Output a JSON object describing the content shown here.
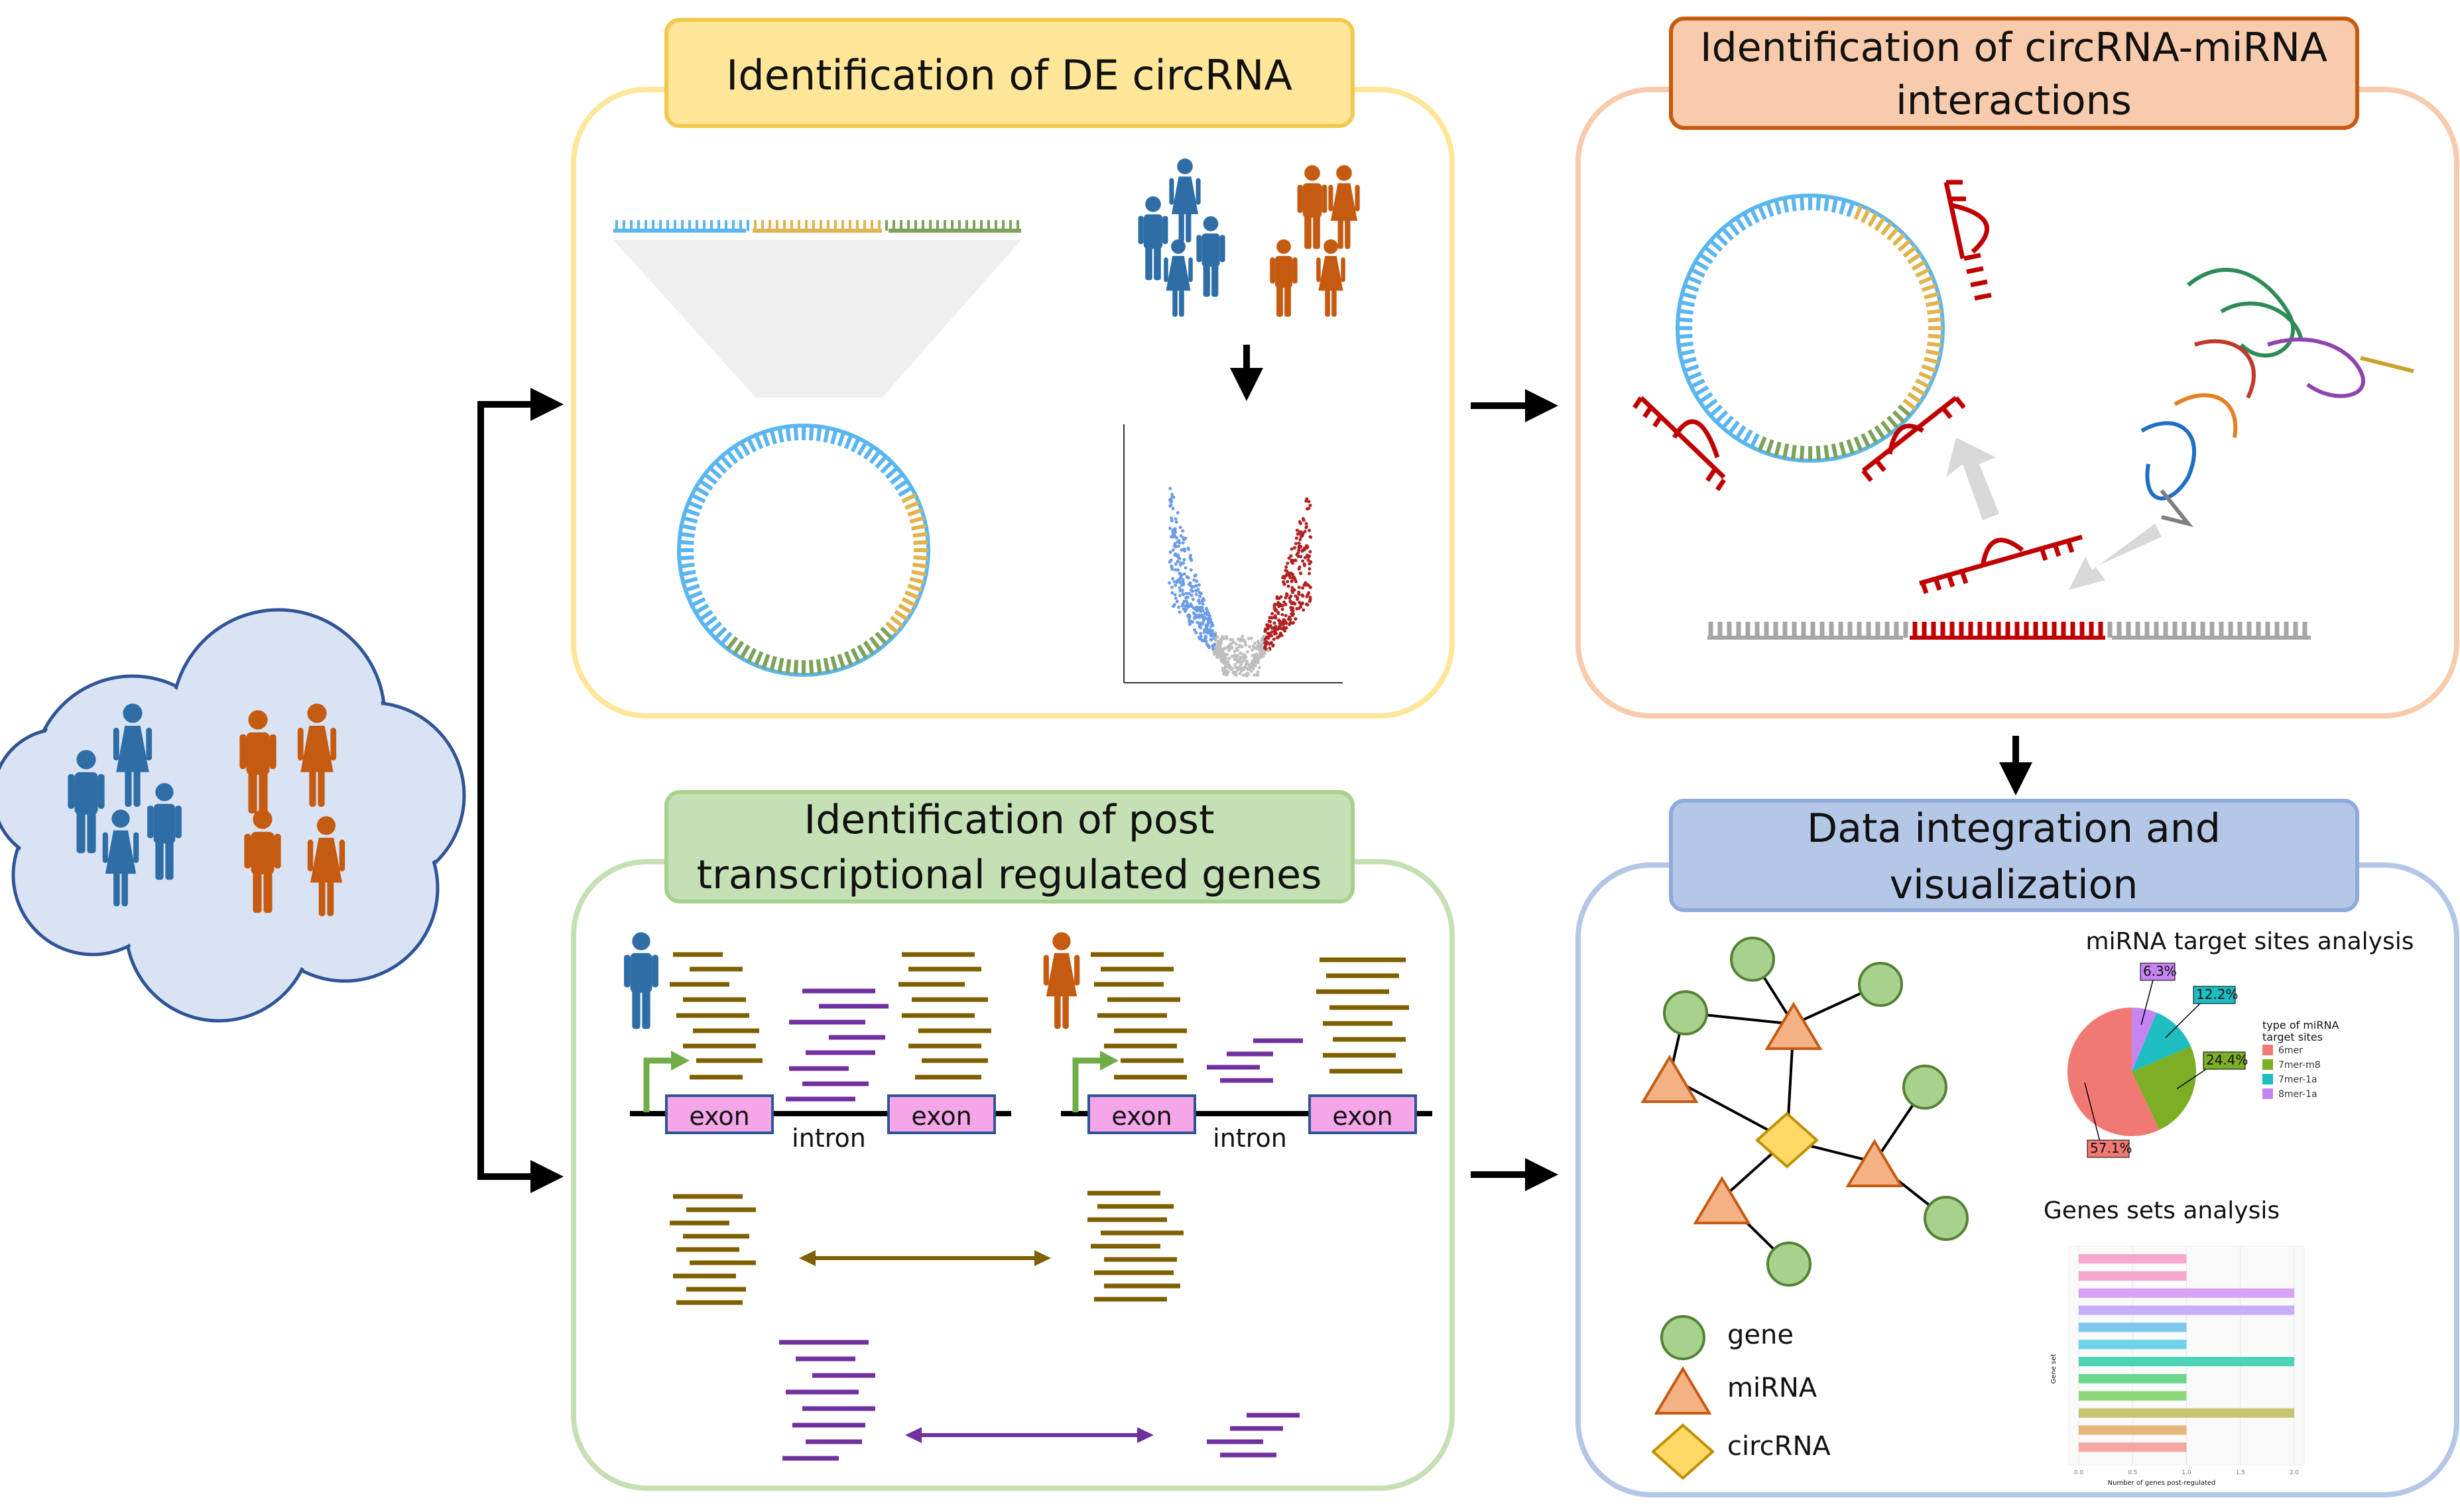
{
  "panels": {
    "de": {
      "title": "Identification of DE circRNA"
    },
    "interaction": {
      "title_line1": "Identification of circRNA-miRNA",
      "title_line2": "interactions"
    },
    "post": {
      "title_line1": "Identification of post",
      "title_line2": "transcriptional regulated genes"
    },
    "integration": {
      "title_line1": "Data integration and",
      "title_line2": "visualization"
    }
  },
  "gene_structure": {
    "exon": "exon",
    "intron": "intron"
  },
  "legend": {
    "gene": "gene",
    "mirna": "miRNA",
    "circrna": "circRNA"
  },
  "pie": {
    "title": "miRNA target sites analysis",
    "legend_title_line1": "type of miRNA",
    "legend_title_line2": "target sites",
    "categories": [
      "6mer",
      "7mer-m8",
      "7mer-1a",
      "8mer-1a"
    ],
    "values": [
      57.1,
      24.4,
      12.2,
      6.3
    ],
    "labels": [
      "57.1%",
      "24.4%",
      "12.2%",
      "6.3%"
    ],
    "colors": [
      "#F07A73",
      "#7CAE26",
      "#1DBDC2",
      "#C684F2"
    ]
  },
  "bars": {
    "title": "Genes sets analysis",
    "xlabel": "Number of genes post-regulated",
    "ylabel": "Gene set",
    "values": [
      1,
      1,
      2,
      2,
      1,
      1,
      2,
      1,
      1,
      2,
      1,
      1
    ],
    "colors": [
      "#F6A8CF",
      "#F6A8CF",
      "#D9A3F5",
      "#C7AEF7",
      "#7EC8EE",
      "#6FD3E8",
      "#4DD3B8",
      "#6CD68E",
      "#8FD87A",
      "#C9C46E",
      "#E7B67A",
      "#F4A8A0"
    ],
    "xticks": [
      "0.0",
      "0.5",
      "1.0",
      "1.5",
      "2.0"
    ]
  },
  "colors": {
    "blue_people": "#2E6DA6",
    "orange_people": "#C55A11",
    "circ_blue": "#5BB6F0",
    "circ_gold": "#E0B44F",
    "circ_green": "#7DA35A",
    "mirna_red": "#C00000",
    "read_brown": "#7F6000",
    "read_purple": "#7030A0"
  }
}
